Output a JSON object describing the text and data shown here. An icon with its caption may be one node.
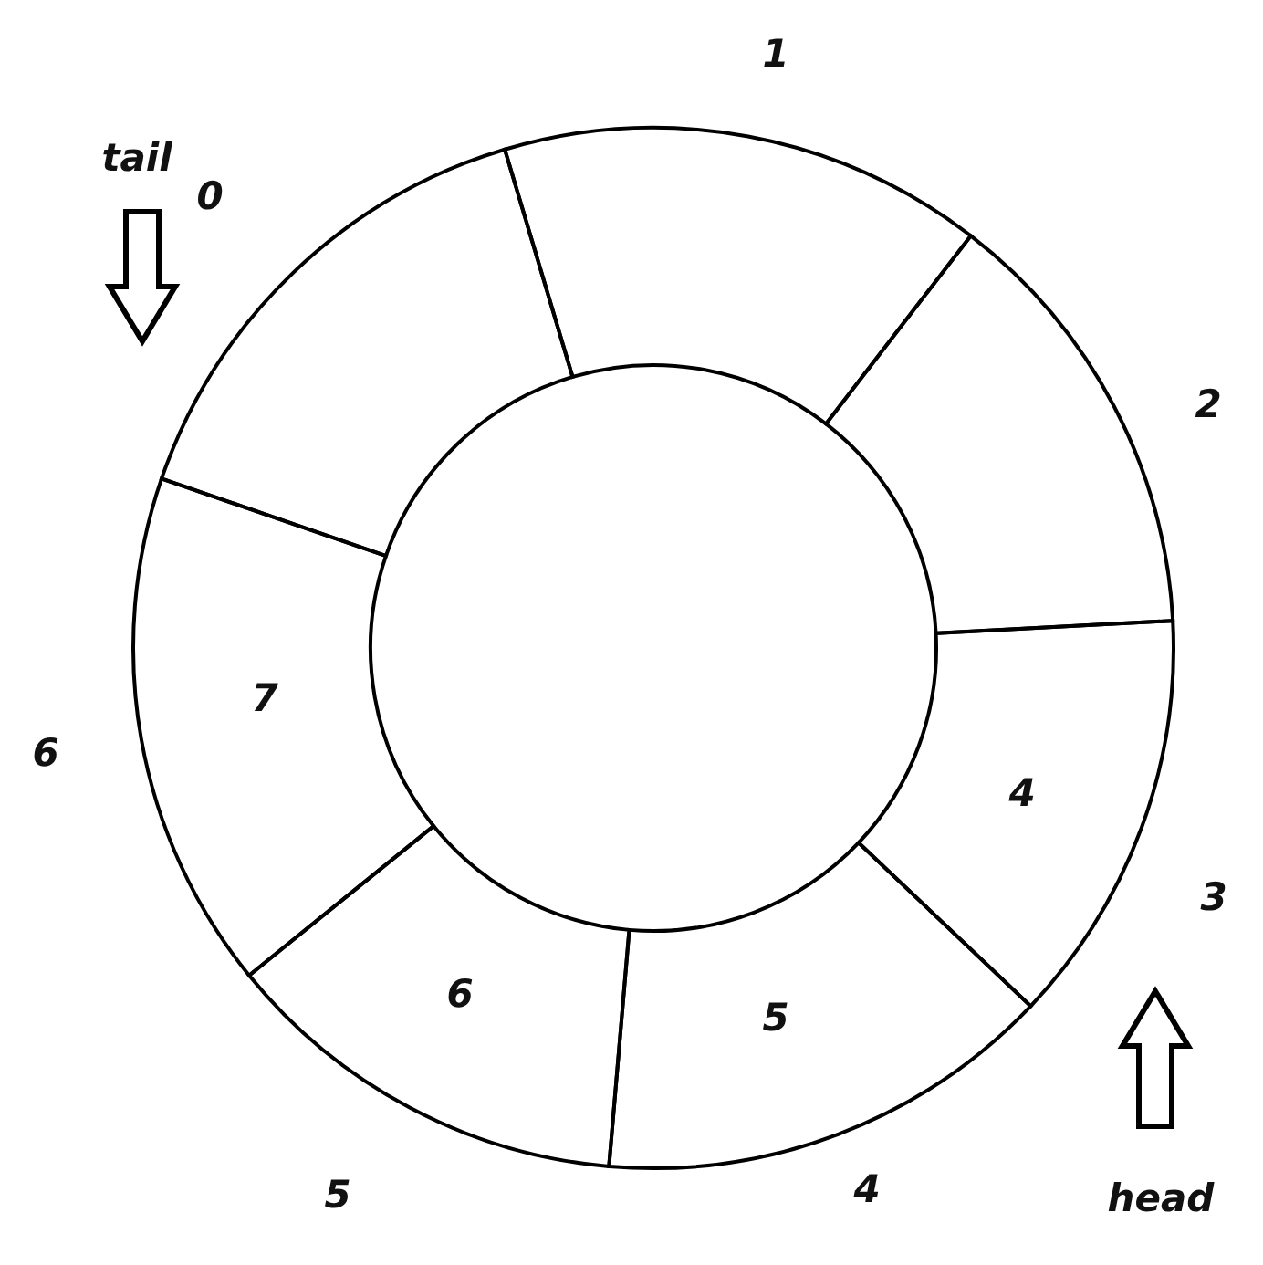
{
  "diagram": {
    "nodes": [
      {
        "text": [],
        "shape": "box",
        "beside": [
          "0"
        ]
      },
      {
        "text": [],
        "shape": "box",
        "beside": [
          "1"
        ]
      },
      {
        "text": [],
        "shape": "box",
        "beside": [
          "2"
        ]
      },
      {
        "text": [
          "4"
        ],
        "beside": [
          "3"
        ]
      },
      {
        "text": [
          "5"
        ],
        "beside": [
          "4"
        ]
      },
      {
        "text": [
          "6"
        ],
        "beside": [
          "5"
        ]
      },
      {
        "text": [
          "7"
        ],
        "beside": [
          "6"
        ]
      },
      {
        "text": [
          "tail"
        ]
      },
      {
        "text": [
          "head"
        ]
      }
    ],
    "edges": [
      {
        "from": 7,
        "to": 0,
        "arrow": "to"
      },
      {
        "from": 8,
        "to": 3,
        "arrow": "to"
      }
    ]
  }
}
